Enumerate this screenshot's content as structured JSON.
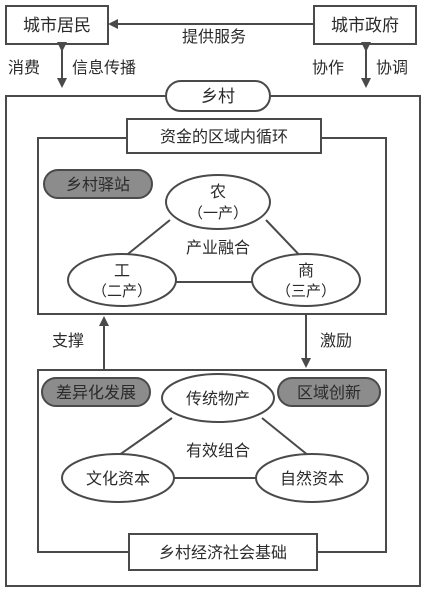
{
  "top": {
    "city_residents": "城市居民",
    "city_government": "城市政府",
    "provide_services": "提供服务",
    "consumption": "消费",
    "info_spread": "信息传播",
    "cooperation": "协作",
    "coordination": "协调"
  },
  "rural": {
    "title": "乡村",
    "upper": {
      "title": "资金的区域内循环",
      "badge": "乡村驿站",
      "center_label": "产业融合",
      "agriculture": "农",
      "agriculture_sub": "（一产）",
      "industry": "工",
      "industry_sub": "（二产）",
      "commerce": "商",
      "commerce_sub": "（三产）"
    },
    "support": "支撑",
    "incentive": "激励",
    "lower": {
      "badge_left": "差异化发展",
      "badge_right": "区域创新",
      "center_label": "有效组合",
      "traditional_products": "传统物产",
      "cultural_capital": "文化资本",
      "natural_capital": "自然资本",
      "foundation": "乡村经济社会基础"
    }
  }
}
